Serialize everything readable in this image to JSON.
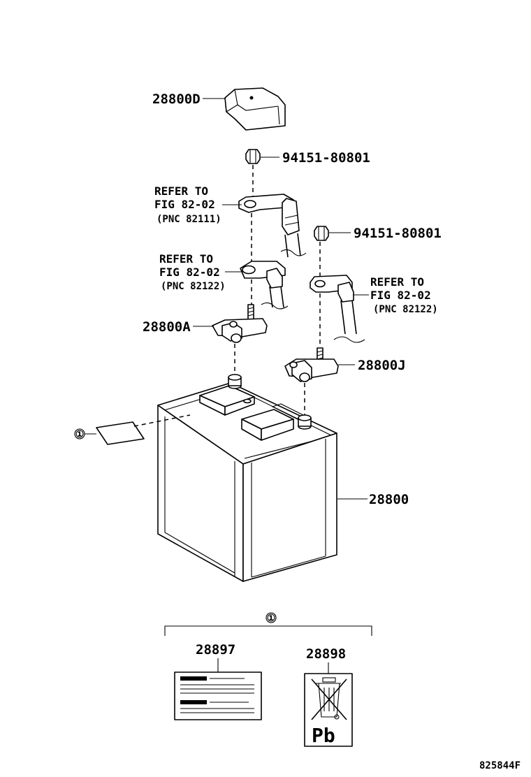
{
  "diagram_id": "825844F",
  "callouts": {
    "cover": "28800D",
    "nut_upper": "94151-80801",
    "nut_right": "94151-80801",
    "clamp_positive": "28800A",
    "clamp_negative": "28800J",
    "battery": "28800",
    "label_a": "28897",
    "label_b": "28898"
  },
  "refers": [
    {
      "line1": "REFER TO",
      "line2": "FIG 82-02",
      "line3": "(PNC 82111)"
    },
    {
      "line1": "REFER TO",
      "line2": "FIG 82-02",
      "line3": "(PNC 82122)"
    },
    {
      "line1": "REFER TO",
      "line2": "FIG 82-02",
      "line3": "(PNC 82122)"
    }
  ],
  "group_marker": "①",
  "recycle_mark": "Pb"
}
